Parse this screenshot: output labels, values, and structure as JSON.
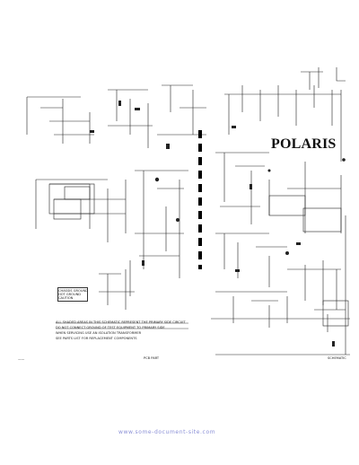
{
  "brand_label": "POLARIS",
  "notes": {
    "line1": "ALL SHADED AREAS IN THIS SCHEMATIC REPRESENT THE PRIMARY SIDE CIRCUIT",
    "line2": "DO NOT CONNECT GROUND OF TEST EQUIPMENT TO PRIMARY SIDE",
    "line3": "WHEN SERVICING USE AN ISOLATION TRANSFORMER",
    "line4": "SEE PARTS LIST FOR REPLACEMENT COMPONENTS"
  },
  "legend": {
    "row1": "CHASSIS GROUND",
    "row2": "HOT GROUND",
    "row3": "CAUTION"
  },
  "footer_center": "PCB PART",
  "footer_right": "SCHEMATIC",
  "footer_left": "——",
  "watermark": "www.some-document-site.com"
}
